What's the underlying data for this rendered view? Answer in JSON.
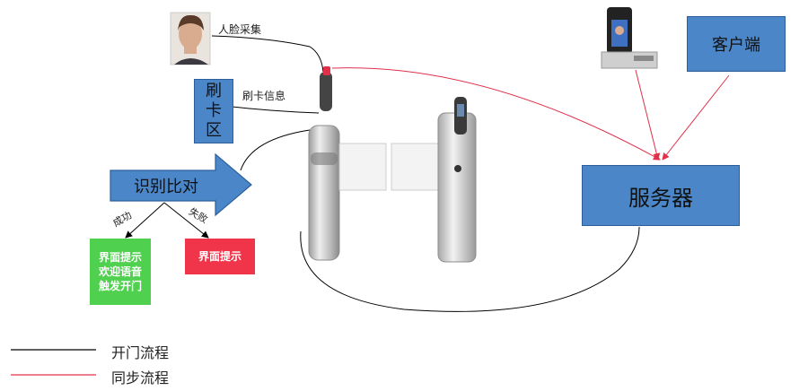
{
  "labels": {
    "face_capture": "人脸采集",
    "card_info": "刷卡信息",
    "card_area": "刷卡区",
    "recognition": "识别比对",
    "success": "成功",
    "failure": "失败",
    "success_box": "界面提示 欢迎语音 触发开门",
    "failure_box": "界面提示",
    "server": "服务器",
    "client": "客户端"
  },
  "legend": [
    {
      "label": "开门流程",
      "color": "#000000"
    },
    {
      "label": "同步流程",
      "color": "#e0304a"
    }
  ],
  "colors": {
    "box_blue": "#4a86c8",
    "success_green": "#4fd14f",
    "failure_red": "#f0344a",
    "sync_line": "#e0304a"
  }
}
